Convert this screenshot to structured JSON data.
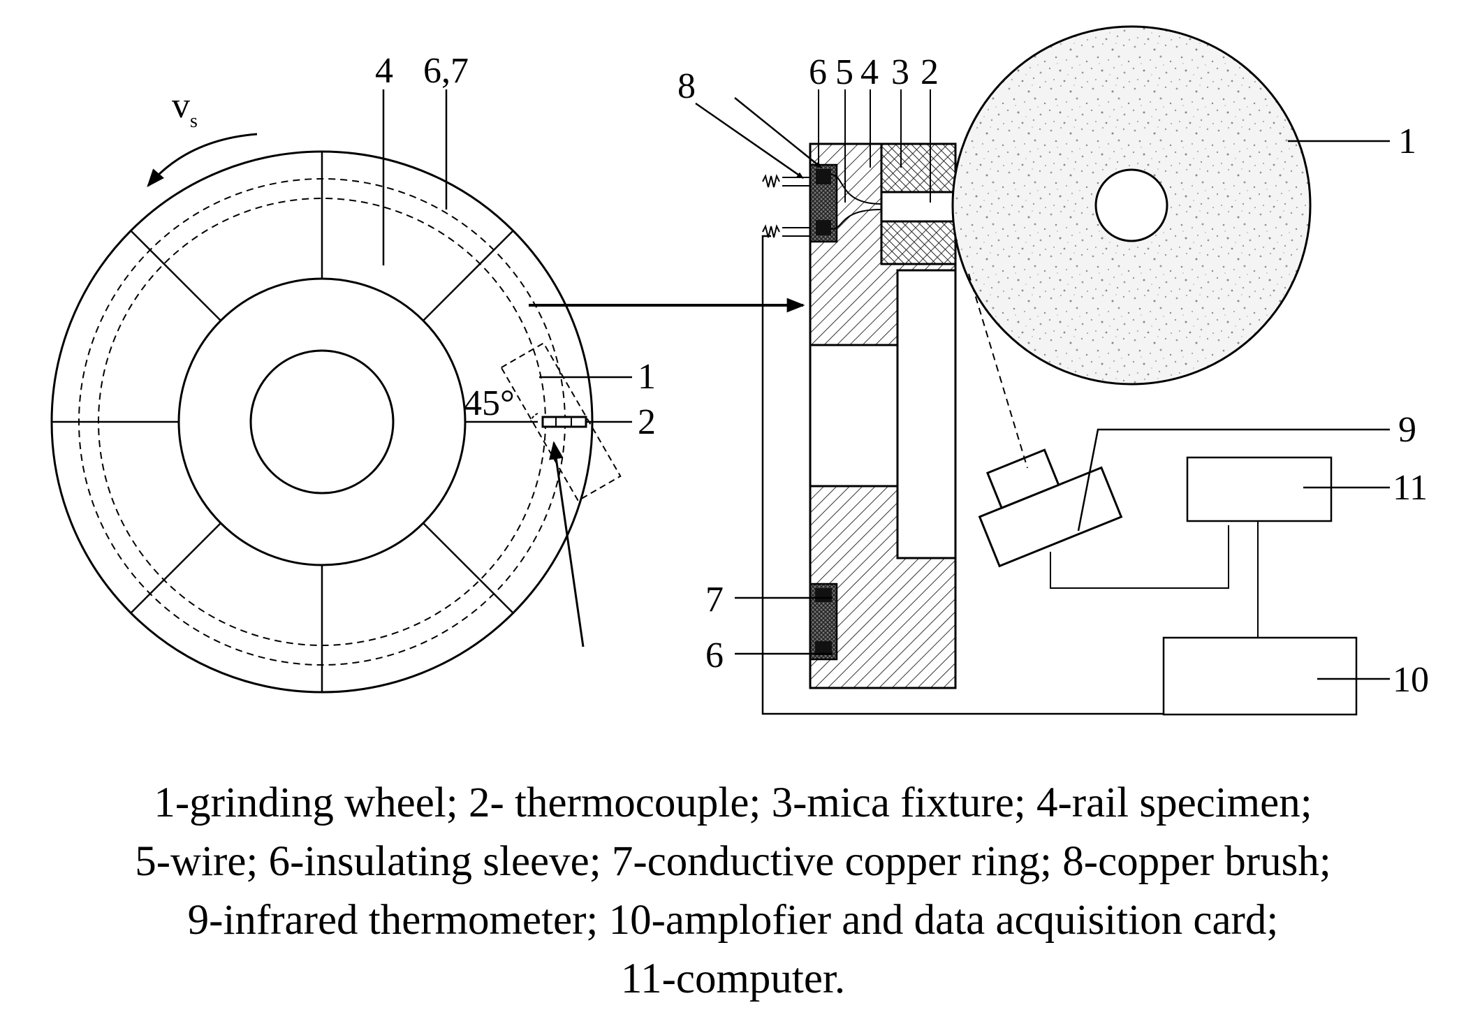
{
  "left_view": {
    "velocity_label": "v",
    "velocity_subscript": "s",
    "angle_label": "45°",
    "labels": {
      "specimen": "4",
      "sleeve_ring": "6,7",
      "wheel": "1",
      "thermocouple": "2"
    }
  },
  "right_view": {
    "labels": {
      "brush": "8",
      "sleeve_top": "6",
      "wire": "5",
      "specimen": "4",
      "mica": "3",
      "thermocouple": "2",
      "wheel": "1",
      "thermometer": "9",
      "computer": "11",
      "amplifier": "10",
      "ring": "7",
      "sleeve_bottom": "6"
    }
  },
  "caption": [
    "1-grinding wheel; 2- thermocouple; 3-mica fixture; 4-rail specimen;",
    "5-wire; 6-insulating sleeve; 7-conductive copper ring; 8-copper brush;",
    "9-infrared thermometer; 10-amplofier and data acquisition card;",
    "11-computer."
  ]
}
